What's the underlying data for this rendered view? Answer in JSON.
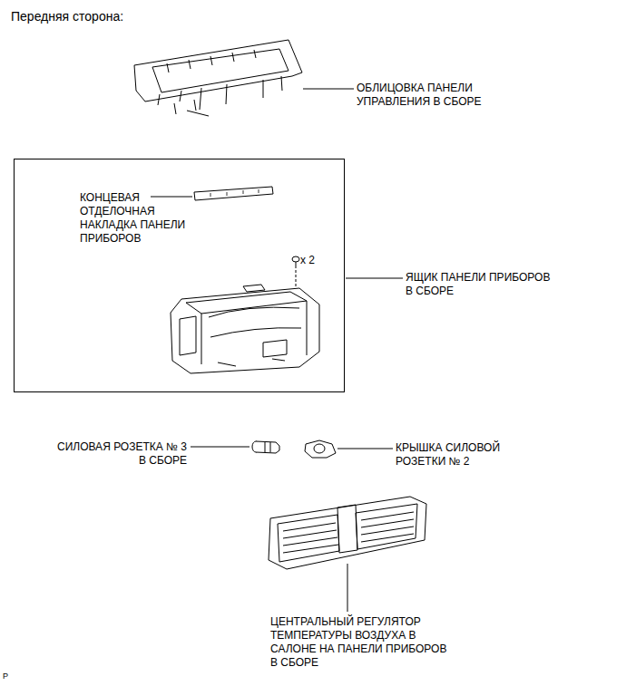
{
  "diagram": {
    "title": "Передняя сторона:",
    "nodes": [
      {
        "text": [
          "КОНЦЕВАЯ ОТДЕЛОЧНАЯ НАКЛАДКА ПАНЕЛИ ПРИБОРОВ",
          "x 2"
        ]
      }
    ],
    "labels": [
      "ОБЛИЦОВКА ПАНЕЛИ УПРАВЛЕНИЯ В СБОРЕ",
      "ЯЩИК ПАНЕЛИ ПРИБОРОВ В СБОРЕ",
      "СИЛОВАЯ РОЗЕТКА № 3 В СБОРЕ",
      "КРЫШКА СИЛОВОЙ РОЗЕТКИ № 2",
      "ЦЕНТРАЛЬНЫЙ РЕГУЛЯТОР ТЕМПЕРАТУРЫ ВОЗДУХА В САЛОНЕ НА ПАНЕЛИ ПРИБОРОВ В СБОРЕ",
      "P"
    ]
  }
}
